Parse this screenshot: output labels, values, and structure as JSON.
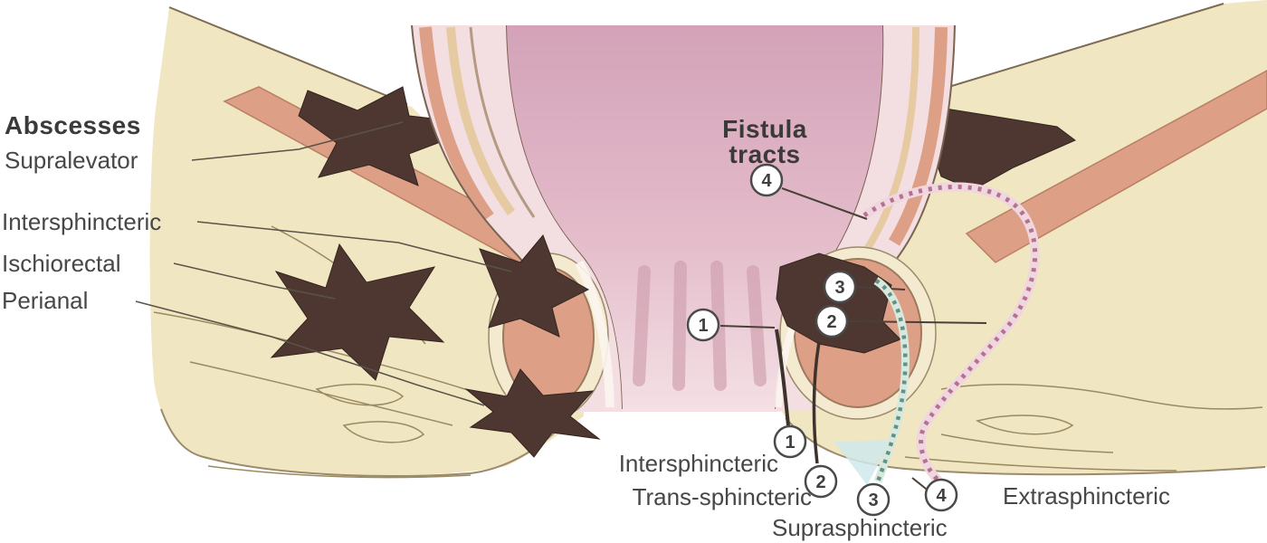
{
  "diagram": {
    "type": "medical-anatomy-illustration",
    "subject": "Cross-section of rectum and anal canal showing abscess locations and fistula tract types"
  },
  "abscesses": {
    "heading": "Abscesses",
    "items": [
      {
        "label": "Supralevator"
      },
      {
        "label": "Intersphincteric"
      },
      {
        "label": "Ischiorectal"
      },
      {
        "label": "Perianal"
      }
    ]
  },
  "fistula": {
    "heading_line1": "Fistula",
    "heading_line2": "tracts",
    "items": [
      {
        "number": "1",
        "label": "Intersphincteric"
      },
      {
        "number": "2",
        "label": "Trans-sphincteric"
      },
      {
        "number": "3",
        "label": "Suprasphincteric"
      },
      {
        "number": "4",
        "label": "Extrasphincteric"
      }
    ]
  },
  "markers": {
    "top_tract": "4",
    "canal": [
      "1",
      "3",
      "2"
    ]
  },
  "colors": {
    "background": "#ffffff",
    "skin_fat": "#f0e6c2",
    "rectal_lumen_top": "#d6a6ba",
    "rectal_lumen_bottom": "#f4e0e5",
    "wall_pink": "#f3dee2",
    "muscle_salmon": "#dd9f85",
    "abscess_brown": "#4e3731",
    "tract_teal": "#5f9383",
    "tract_pink": "#b4728f",
    "outline_brown": "#7d6c52",
    "label_text": "#474747"
  }
}
